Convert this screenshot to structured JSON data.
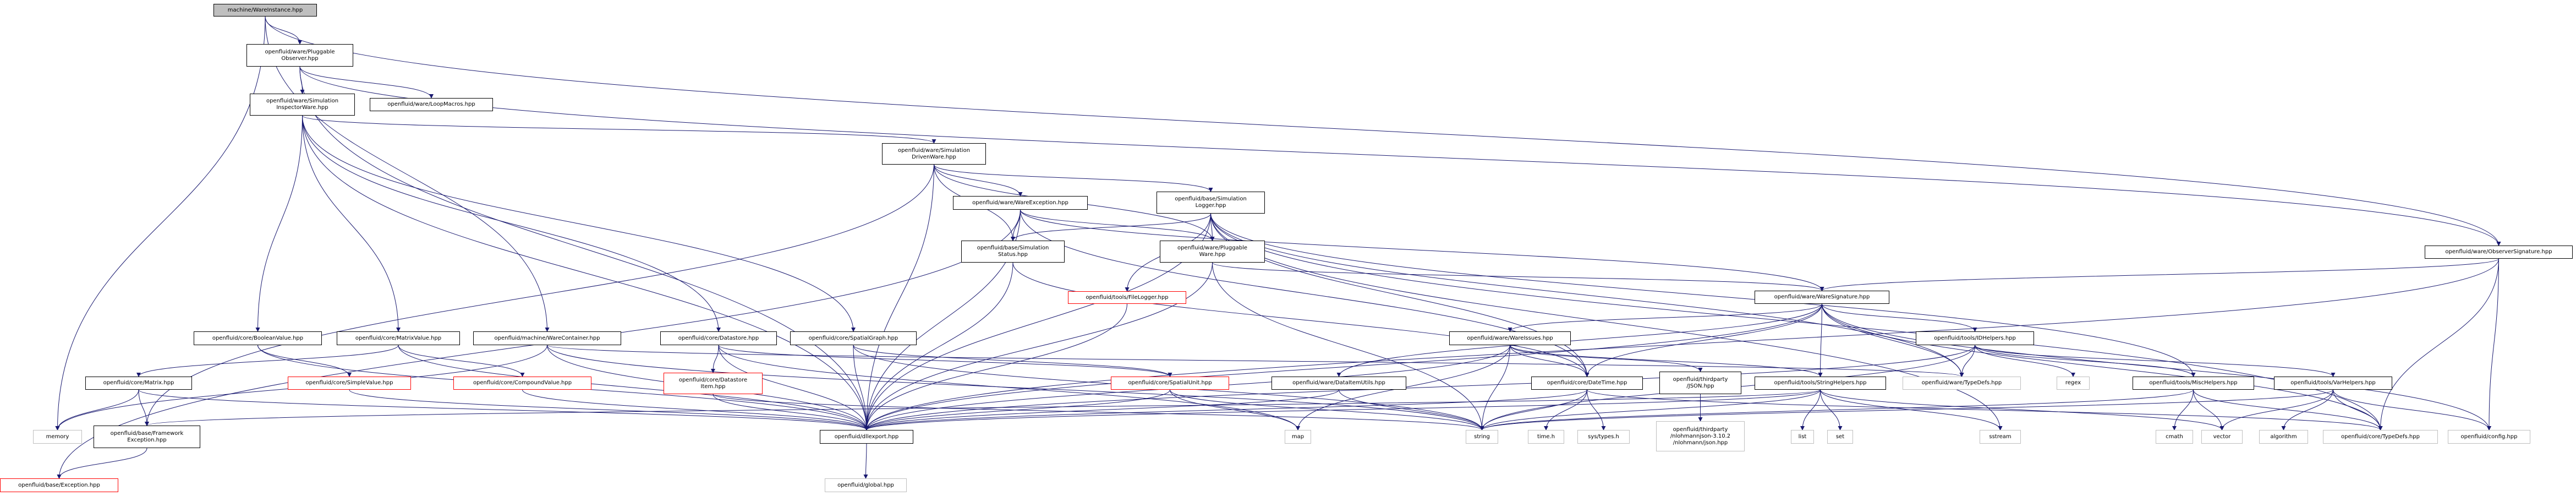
{
  "graph": {
    "title": "include dependency graph for machine/WareInstance.hpp",
    "edge_color": "#191970",
    "nodes": [
      {
        "id": "root",
        "label": "machine/WareInstance.hpp",
        "kind": "root"
      },
      {
        "id": "pobs",
        "label": "openfluid/ware/Pluggable\nObserver.hpp",
        "kind": "normal"
      },
      {
        "id": "siw",
        "label": "openfluid/ware/Simulation\nInspectorWare.hpp",
        "kind": "normal"
      },
      {
        "id": "loop",
        "label": "openfluid/ware/LoopMacros.hpp",
        "kind": "normal"
      },
      {
        "id": "sdw",
        "label": "openfluid/ware/Simulation\nDrivenWare.hpp",
        "kind": "normal"
      },
      {
        "id": "wexc",
        "label": "openfluid/ware/WareException.hpp",
        "kind": "normal"
      },
      {
        "id": "slog",
        "label": "openfluid/base/Simulation\nLogger.hpp",
        "kind": "normal"
      },
      {
        "id": "sstat",
        "label": "openfluid/base/Simulation\nStatus.hpp",
        "kind": "normal"
      },
      {
        "id": "pware",
        "label": "openfluid/ware/Pluggable\nWare.hpp",
        "kind": "normal"
      },
      {
        "id": "flog",
        "label": "openfluid/tools/FileLogger.hpp",
        "kind": "red"
      },
      {
        "id": "osig",
        "label": "openfluid/ware/ObserverSignature.hpp",
        "kind": "normal"
      },
      {
        "id": "wsig",
        "label": "openfluid/ware/WareSignature.hpp",
        "kind": "normal"
      },
      {
        "id": "bval",
        "label": "openfluid/core/BooleanValue.hpp",
        "kind": "normal"
      },
      {
        "id": "mval",
        "label": "openfluid/core/MatrixValue.hpp",
        "kind": "normal"
      },
      {
        "id": "wcont",
        "label": "openfluid/machine/WareContainer.hpp",
        "kind": "normal"
      },
      {
        "id": "dstore",
        "label": "openfluid/core/Datastore.hpp",
        "kind": "normal"
      },
      {
        "id": "sgraph",
        "label": "openfluid/core/SpatialGraph.hpp",
        "kind": "normal"
      },
      {
        "id": "wiss",
        "label": "openfluid/ware/WareIssues.hpp",
        "kind": "normal"
      },
      {
        "id": "idh",
        "label": "openfluid/tools/IDHelpers.hpp",
        "kind": "normal"
      },
      {
        "id": "matrix",
        "label": "openfluid/core/Matrix.hpp",
        "kind": "normal"
      },
      {
        "id": "sval",
        "label": "openfluid/core/SimpleValue.hpp",
        "kind": "red"
      },
      {
        "id": "cval",
        "label": "openfluid/core/CompoundValue.hpp",
        "kind": "red"
      },
      {
        "id": "dsitem",
        "label": "openfluid/core/Datastore\nItem.hpp",
        "kind": "red"
      },
      {
        "id": "sunit",
        "label": "openfluid/core/SpatialUnit.hpp",
        "kind": "red"
      },
      {
        "id": "diu",
        "label": "openfluid/ware/DataItemUtils.hpp",
        "kind": "normal"
      },
      {
        "id": "dtime",
        "label": "openfluid/core/DateTime.hpp",
        "kind": "normal"
      },
      {
        "id": "json",
        "label": "openfluid/thirdparty\n/JSON.hpp",
        "kind": "normal"
      },
      {
        "id": "strh",
        "label": "openfluid/tools/StringHelpers.hpp",
        "kind": "normal"
      },
      {
        "id": "wtd",
        "label": "openfluid/ware/TypeDefs.hpp",
        "kind": "sys"
      },
      {
        "id": "regex",
        "label": "regex",
        "kind": "sys"
      },
      {
        "id": "misch",
        "label": "openfluid/tools/MiscHelpers.hpp",
        "kind": "normal"
      },
      {
        "id": "varh",
        "label": "openfluid/tools/VarHelpers.hpp",
        "kind": "normal"
      },
      {
        "id": "memory",
        "label": "memory",
        "kind": "sys"
      },
      {
        "id": "fexc",
        "label": "openfluid/base/Framework\nException.hpp",
        "kind": "normal"
      },
      {
        "id": "dll",
        "label": "openfluid/dllexport.hpp",
        "kind": "normal"
      },
      {
        "id": "map",
        "label": "map",
        "kind": "sys"
      },
      {
        "id": "string",
        "label": "string",
        "kind": "sys"
      },
      {
        "id": "timeh",
        "label": "time.h",
        "kind": "sys"
      },
      {
        "id": "systypes",
        "label": "sys/types.h",
        "kind": "sys"
      },
      {
        "id": "nlohmann",
        "label": "openfluid/thirdparty\n/nlohmannjson-3.10.2\n/nlohmann/json.hpp",
        "kind": "sys"
      },
      {
        "id": "list",
        "label": "list",
        "kind": "sys"
      },
      {
        "id": "set",
        "label": "set",
        "kind": "sys"
      },
      {
        "id": "sstream",
        "label": "sstream",
        "kind": "sys"
      },
      {
        "id": "cmath",
        "label": "cmath",
        "kind": "sys"
      },
      {
        "id": "vector",
        "label": "vector",
        "kind": "sys"
      },
      {
        "id": "algorithm",
        "label": "algorithm",
        "kind": "sys"
      },
      {
        "id": "ctd",
        "label": "openfluid/core/TypeDefs.hpp",
        "kind": "sys"
      },
      {
        "id": "config",
        "label": "openfluid/config.hpp",
        "kind": "sys"
      },
      {
        "id": "exc",
        "label": "openfluid/base/Exception.hpp",
        "kind": "red"
      },
      {
        "id": "global",
        "label": "openfluid/global.hpp",
        "kind": "sys"
      }
    ],
    "edges": [
      [
        "root",
        "pobs"
      ],
      [
        "root",
        "osig"
      ],
      [
        "root",
        "memory"
      ],
      [
        "root",
        "wcont"
      ],
      [
        "pobs",
        "siw"
      ],
      [
        "pobs",
        "loop"
      ],
      [
        "pobs",
        "osig"
      ],
      [
        "pobs",
        "dll"
      ],
      [
        "siw",
        "sdw"
      ],
      [
        "siw",
        "bval"
      ],
      [
        "siw",
        "mval"
      ],
      [
        "siw",
        "dstore"
      ],
      [
        "siw",
        "sgraph"
      ],
      [
        "siw",
        "dll"
      ],
      [
        "sdw",
        "wexc"
      ],
      [
        "sdw",
        "slog"
      ],
      [
        "sdw",
        "sstat"
      ],
      [
        "sdw",
        "pware"
      ],
      [
        "sdw",
        "dll"
      ],
      [
        "sdw",
        "fexc"
      ],
      [
        "wexc",
        "sstat"
      ],
      [
        "wexc",
        "pware"
      ],
      [
        "wexc",
        "wsig"
      ],
      [
        "wexc",
        "dll"
      ],
      [
        "wexc",
        "exc"
      ],
      [
        "wexc",
        "dtime"
      ],
      [
        "slog",
        "sstat"
      ],
      [
        "slog",
        "pware"
      ],
      [
        "slog",
        "flog"
      ],
      [
        "slog",
        "dll"
      ],
      [
        "slog",
        "dtime"
      ],
      [
        "slog",
        "misch"
      ],
      [
        "slog",
        "ctd"
      ],
      [
        "slog",
        "sstream"
      ],
      [
        "slog",
        "wtd"
      ],
      [
        "sstat",
        "dtime"
      ],
      [
        "sstat",
        "dll"
      ],
      [
        "pware",
        "wsig"
      ],
      [
        "pware",
        "dll"
      ],
      [
        "pware",
        "string"
      ],
      [
        "flog",
        "dll"
      ],
      [
        "osig",
        "wsig"
      ],
      [
        "osig",
        "ctd"
      ],
      [
        "osig",
        "config"
      ],
      [
        "osig",
        "dll"
      ],
      [
        "wsig",
        "wiss"
      ],
      [
        "wsig",
        "idh"
      ],
      [
        "wsig",
        "strh"
      ],
      [
        "wsig",
        "wtd"
      ],
      [
        "wsig",
        "dll"
      ],
      [
        "wsig",
        "diu"
      ],
      [
        "wsig",
        "dtime"
      ],
      [
        "wsig",
        "ctd"
      ],
      [
        "wsig",
        "config"
      ],
      [
        "bval",
        "sval"
      ],
      [
        "bval",
        "dll"
      ],
      [
        "mval",
        "matrix"
      ],
      [
        "mval",
        "cval"
      ],
      [
        "mval",
        "dll"
      ],
      [
        "wcont",
        "dll"
      ],
      [
        "wcont",
        "memory"
      ],
      [
        "wcont",
        "string"
      ],
      [
        "wcont",
        "wtd"
      ],
      [
        "dstore",
        "dsitem"
      ],
      [
        "dstore",
        "dll"
      ],
      [
        "dstore",
        "sunit"
      ],
      [
        "dstore",
        "map"
      ],
      [
        "sgraph",
        "sunit"
      ],
      [
        "sgraph",
        "dll"
      ],
      [
        "sgraph",
        "string"
      ],
      [
        "wiss",
        "dtime"
      ],
      [
        "wiss",
        "json"
      ],
      [
        "wiss",
        "strh"
      ],
      [
        "wiss",
        "dll"
      ],
      [
        "wiss",
        "map"
      ],
      [
        "wiss",
        "string"
      ],
      [
        "idh",
        "wtd"
      ],
      [
        "idh",
        "regex"
      ],
      [
        "idh",
        "misch"
      ],
      [
        "idh",
        "varh"
      ],
      [
        "idh",
        "dll"
      ],
      [
        "idh",
        "string"
      ],
      [
        "matrix",
        "memory"
      ],
      [
        "matrix",
        "fexc"
      ],
      [
        "matrix",
        "dll"
      ],
      [
        "sval",
        "dll"
      ],
      [
        "cval",
        "dll"
      ],
      [
        "dsitem",
        "dll"
      ],
      [
        "dsitem",
        "string"
      ],
      [
        "sunit",
        "dll"
      ],
      [
        "sunit",
        "map"
      ],
      [
        "sunit",
        "string"
      ],
      [
        "diu",
        "dll"
      ],
      [
        "diu",
        "string"
      ],
      [
        "dtime",
        "string"
      ],
      [
        "dtime",
        "timeh"
      ],
      [
        "dtime",
        "systypes"
      ],
      [
        "dtime",
        "dll"
      ],
      [
        "dtime",
        "ctd"
      ],
      [
        "json",
        "nlohmann"
      ],
      [
        "strh",
        "string"
      ],
      [
        "strh",
        "list"
      ],
      [
        "strh",
        "set"
      ],
      [
        "strh",
        "sstream"
      ],
      [
        "strh",
        "vector"
      ],
      [
        "strh",
        "dll"
      ],
      [
        "strh",
        "fexc"
      ],
      [
        "misch",
        "cmath"
      ],
      [
        "misch",
        "vector"
      ],
      [
        "misch",
        "ctd"
      ],
      [
        "misch",
        "string"
      ],
      [
        "varh",
        "vector"
      ],
      [
        "varh",
        "algorithm"
      ],
      [
        "varh",
        "ctd"
      ],
      [
        "varh",
        "config"
      ],
      [
        "varh",
        "string"
      ],
      [
        "fexc",
        "exc"
      ],
      [
        "dll",
        "global"
      ]
    ]
  }
}
